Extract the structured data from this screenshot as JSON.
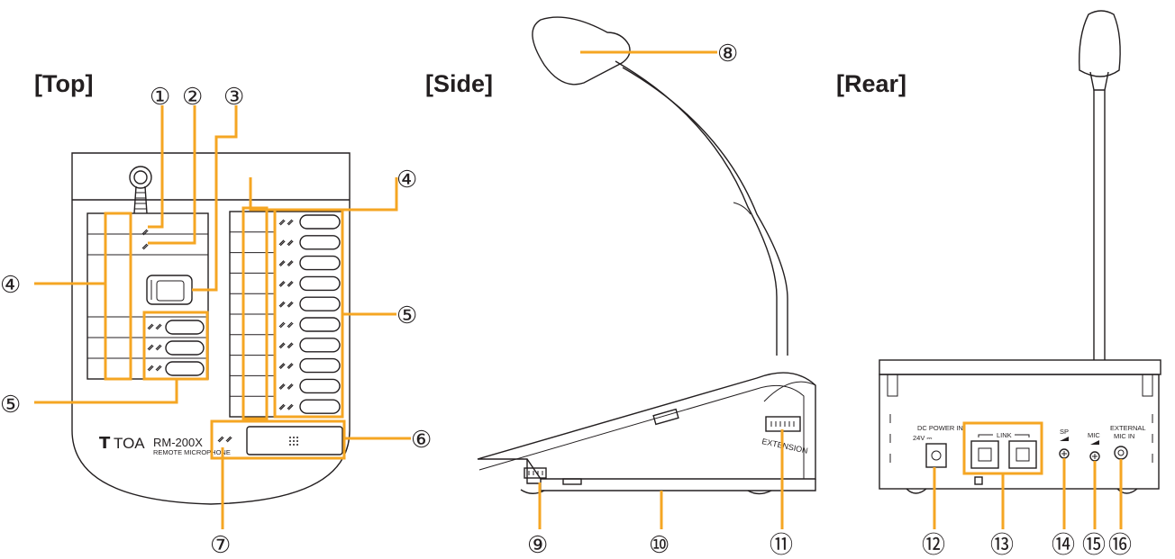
{
  "views": {
    "top": {
      "title": "[Top]"
    },
    "side": {
      "title": "[Side]"
    },
    "rear": {
      "title": "[Rear]"
    }
  },
  "device": {
    "brand": "TOA",
    "model": "RM-200X",
    "subtitle": "REMOTE MICROPHONE"
  },
  "labels": {
    "extension": "EXTENSION",
    "dc_power_in": "DC POWER IN",
    "dc_voltage": "24V ⎓",
    "link": "LINK",
    "sp": "SP",
    "mic": "MIC",
    "external_mic_line1": "EXTERNAL",
    "external_mic_line2": "MIC IN"
  },
  "callouts": {
    "c1": "①",
    "c2": "②",
    "c3": "③",
    "c4a": "④",
    "c4b": "④",
    "c5a": "⑤",
    "c5b": "⑤",
    "c6": "⑥",
    "c7": "⑦",
    "c8": "⑧",
    "c9": "⑨",
    "c10": "⑩",
    "c11": "⑪",
    "c12": "⑫",
    "c13": "⑬",
    "c14": "⑭",
    "c15": "⑮",
    "c16": "⑯"
  },
  "colors": {
    "leader": "#f5a623",
    "outline": "#231f20",
    "panel": "#ffffff",
    "text": "#231f20"
  }
}
